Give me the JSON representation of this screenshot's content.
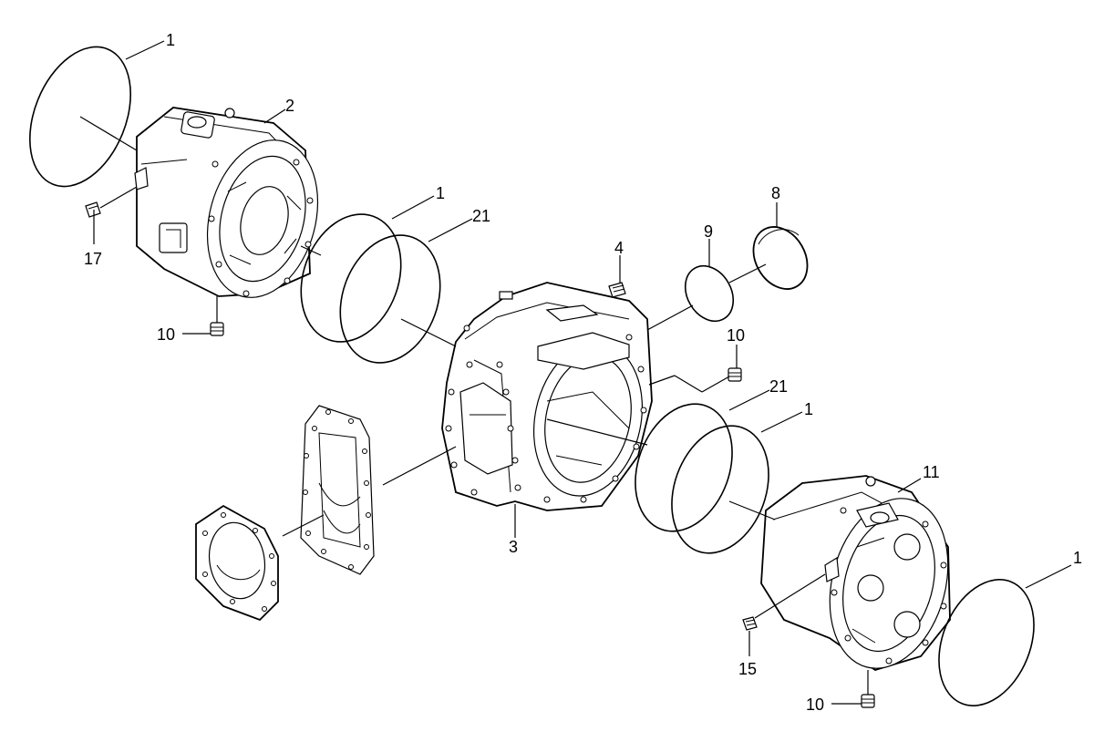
{
  "callouts": {
    "c1_top_left": "1",
    "c2": "2",
    "c17": "17",
    "c10_left": "10",
    "c1_mid": "1",
    "c21_top": "21",
    "c4": "4",
    "c9": "9",
    "c8": "8",
    "c10_mid": "10",
    "c21_right": "21",
    "c1_right": "1",
    "c3": "3",
    "c11": "11",
    "c1_far_right": "1",
    "c15": "15",
    "c10_bottom": "10"
  }
}
